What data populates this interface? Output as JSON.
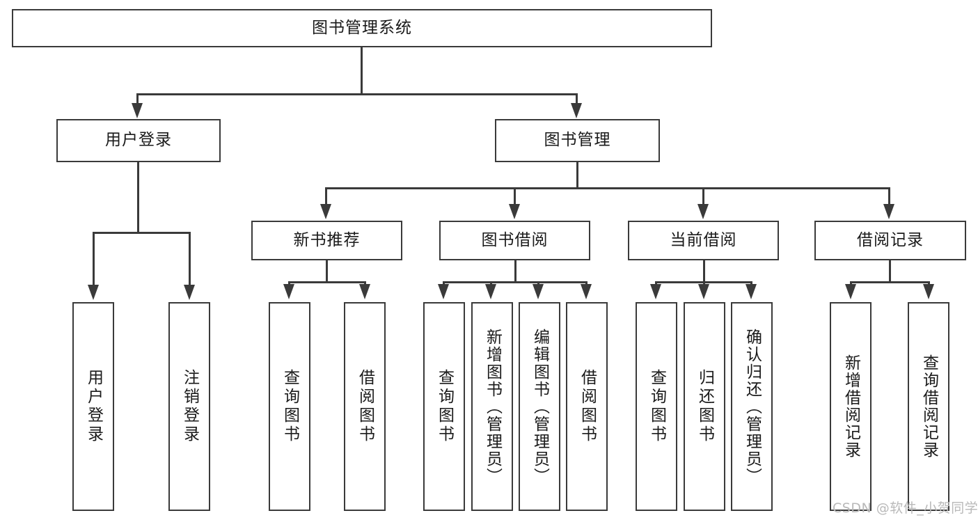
{
  "diagram": {
    "title": "图书管理系统",
    "type": "hierarchy-tree",
    "levels": 4,
    "colors": {
      "stroke": "#3a3a3a",
      "fill": "#ffffff",
      "text": "#1a1a1a",
      "watermark": "#b9b9b9"
    },
    "root": {
      "label": "图书管理系统"
    },
    "level2": [
      {
        "label": "用户登录"
      },
      {
        "label": "图书管理"
      }
    ],
    "level3": [
      {
        "label": "新书推荐"
      },
      {
        "label": "图书借阅"
      },
      {
        "label": "当前借阅"
      },
      {
        "label": "借阅记录"
      }
    ],
    "leaves": {
      "user_login": [
        {
          "label": "用户登录"
        },
        {
          "label": "注销登录"
        }
      ],
      "new_book": [
        {
          "label": "查询图书"
        },
        {
          "label": "借阅图书"
        }
      ],
      "book_borrow": [
        {
          "label": "查询图书"
        },
        {
          "label": "新增图书（管理员）"
        },
        {
          "label": "编辑图书（管理员）"
        },
        {
          "label": "借阅图书"
        }
      ],
      "current_borrow": [
        {
          "label": "查询图书"
        },
        {
          "label": "归还图书"
        },
        {
          "label": "确认归还（管理员）"
        }
      ],
      "borrow_record": [
        {
          "label": "新增借阅记录"
        },
        {
          "label": "查询借阅记录"
        }
      ]
    }
  },
  "watermark": {
    "text": "CSDN @软件_小贺同学"
  }
}
